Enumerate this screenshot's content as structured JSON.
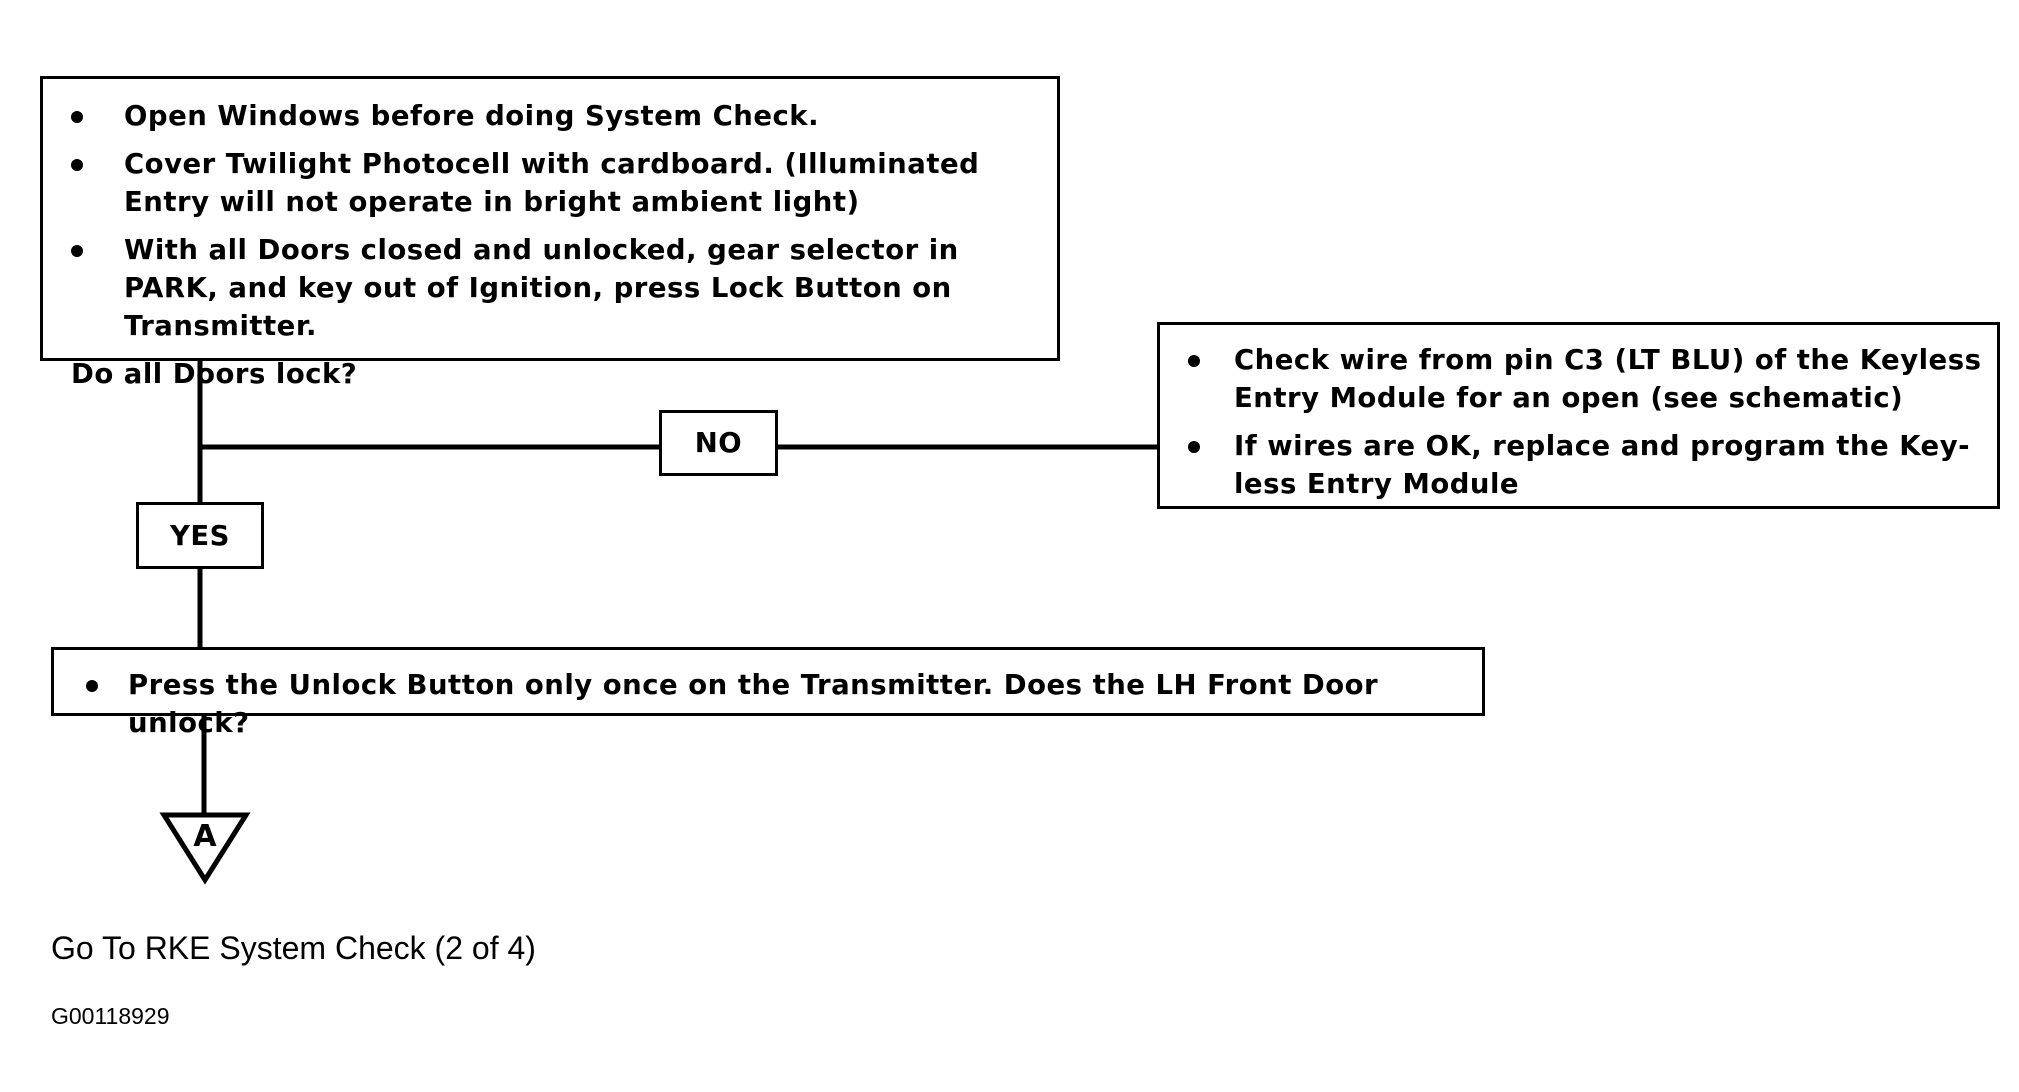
{
  "box1": {
    "bullets": [
      {
        "text": "Open Windows before doing System Check."
      },
      {
        "text": "Cover Twilight Photocell with cardboard. (Illuminated Entry will not operate in bright ambient light)"
      },
      {
        "text": "With all Doors closed and unlocked, gear selector in PARK, and key out of Ignition, press Lock Button on Transmitter."
      }
    ],
    "question": "Do all Doors lock?"
  },
  "no_label": "NO",
  "yes_label": "YES",
  "box_no": {
    "bullets": [
      {
        "text": "Check wire from pin C3 (LT BLU) of the Keyless Entry Module for an open (see schematic)"
      },
      {
        "text": "If wires are OK, replace and program the Key-less Entry Module"
      }
    ]
  },
  "box2": {
    "text": "Press the Unlock Button only once on the Transmitter. Does the LH Front Door unlock?"
  },
  "connector_label": "A",
  "caption": "Go To RKE System Check (2 of 4)",
  "figure_id": "G00118929"
}
